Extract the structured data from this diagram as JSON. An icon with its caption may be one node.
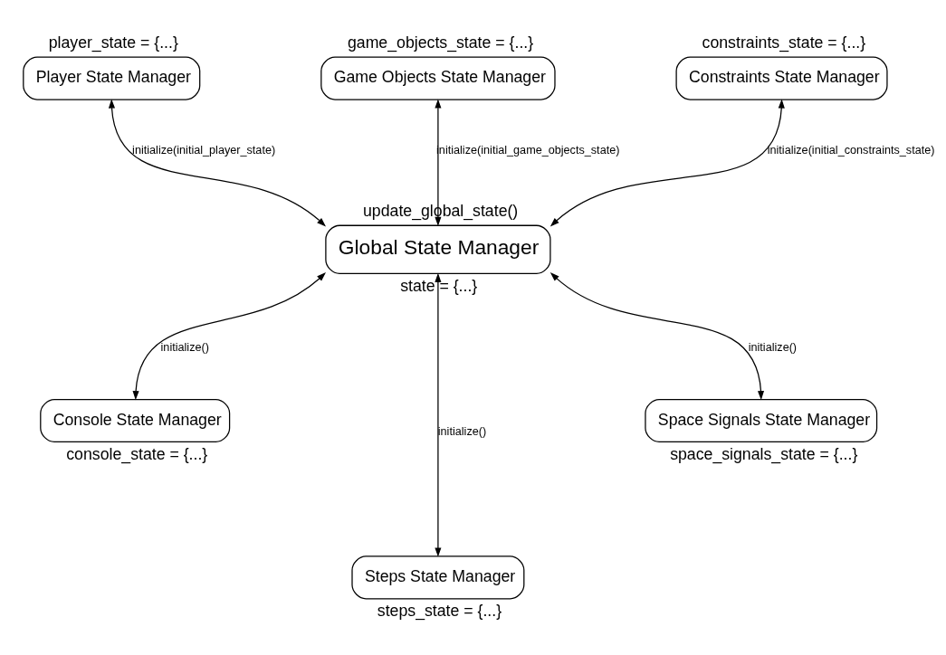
{
  "diagram": {
    "nodes": [
      {
        "text": [
          "Game Objects State Manager"
        ],
        "beside": [
          "game_objects_state = {...}"
        ]
      },
      {
        "text": [
          "Player State Manager"
        ],
        "beside": [
          "player_state = {...}"
        ]
      },
      {
        "text": [
          "Constraints State Manager"
        ],
        "beside": [
          "constraints_state = {...}"
        ]
      },
      {
        "text": [
          "Global State Manager"
        ],
        "beside": [
          "update_global_state()",
          "state = {...}"
        ]
      },
      {
        "text": [
          "Console State Manager"
        ],
        "beside": [
          "console_state = {...}"
        ]
      },
      {
        "text": [
          "Steps State Manager"
        ],
        "beside": [
          "steps_state = {...}"
        ]
      },
      {
        "text": [
          "Space Signals State Manager"
        ],
        "beside": [
          "space_signals_state = {...}"
        ]
      }
    ],
    "edges": [
      {
        "from": 0,
        "to": 3,
        "arrow": "both",
        "label": "initialize(initial_game_objects_state)"
      },
      {
        "from": 1,
        "to": 3,
        "arrow": "both",
        "label": "initialize(initial_player_state)"
      },
      {
        "from": 2,
        "to": 3,
        "arrow": "both",
        "label": "initialize(initial_constraints_state)"
      },
      {
        "from": 3,
        "to": 4,
        "arrow": "both",
        "label": "initialize()"
      },
      {
        "from": 3,
        "to": 5,
        "arrow": "both",
        "label": "initialize()"
      },
      {
        "from": 3,
        "to": 6,
        "arrow": "both",
        "label": "initialize()"
      }
    ]
  }
}
